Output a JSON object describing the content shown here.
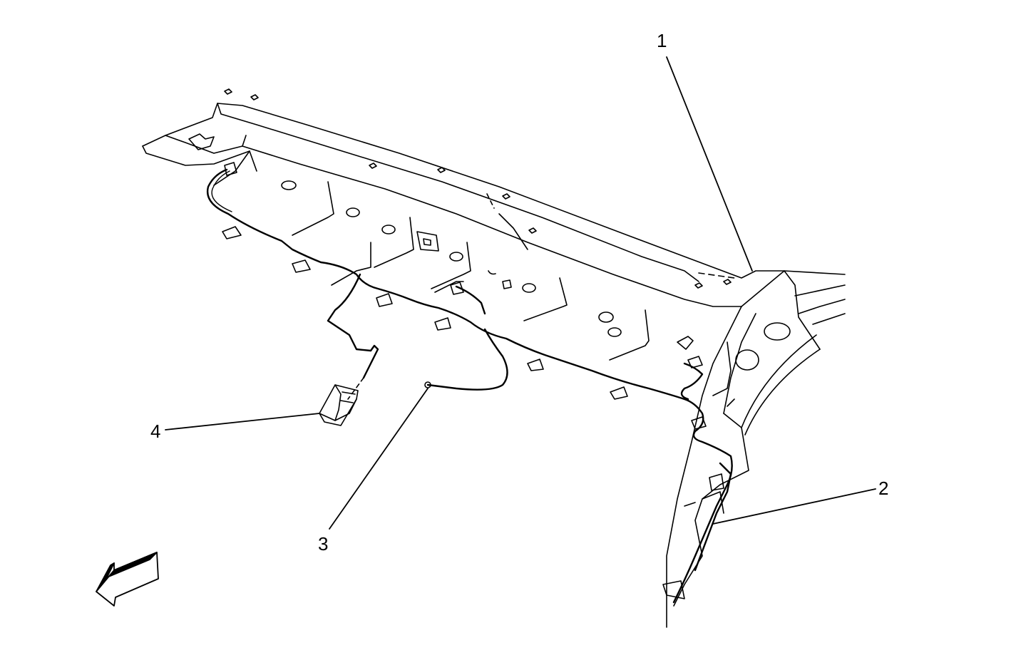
{
  "callouts": {
    "one": "1",
    "two": "2",
    "three": "3",
    "four": "4"
  },
  "colors": {
    "line": "#000000",
    "background": "#ffffff"
  },
  "icons": {
    "view_direction": "direction-arrow-icon"
  }
}
